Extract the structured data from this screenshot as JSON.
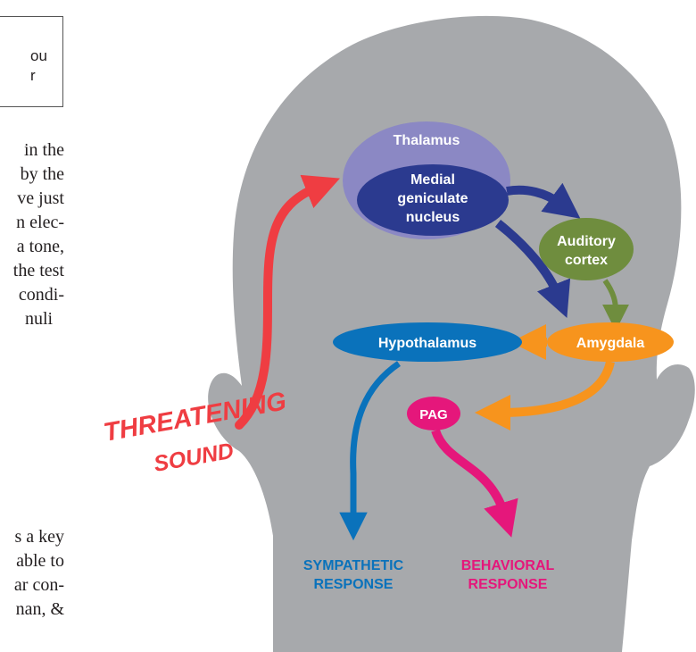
{
  "box": {
    "lines": [
      "ou",
      "r"
    ]
  },
  "text_column_1": [
    "in the",
    "by the",
    "ve just",
    "n elec-",
    "a tone,",
    "the test",
    "condi-",
    "nuli"
  ],
  "text_column_2": [
    "s a key",
    "able to",
    "ar con-",
    "nan, &"
  ],
  "diagram": {
    "threat_label_1": "THREATENING",
    "threat_label_2": "SOUND",
    "thalamus": "Thalamus",
    "mgn_lines": [
      "Medial",
      "geniculate",
      "nucleus"
    ],
    "auditory_lines": [
      "Auditory",
      "cortex"
    ],
    "amygdala": "Amygdala",
    "hypothalamus": "Hypothalamus",
    "pag": "PAG",
    "sympathetic_lines": [
      "SYMPATHETIC",
      "RESPONSE"
    ],
    "behavioral_lines": [
      "BEHAVIORAL",
      "RESPONSE"
    ]
  },
  "colors": {
    "head": "#a7a9ac",
    "thalamus": "#8b88c4",
    "mgn": "#2b3a8f",
    "auditory": "#6f8d3e",
    "amygdala": "#f7941d",
    "hypothalamus": "#0a72bb",
    "pag": "#e5177b",
    "threat": "#ef3d42"
  }
}
